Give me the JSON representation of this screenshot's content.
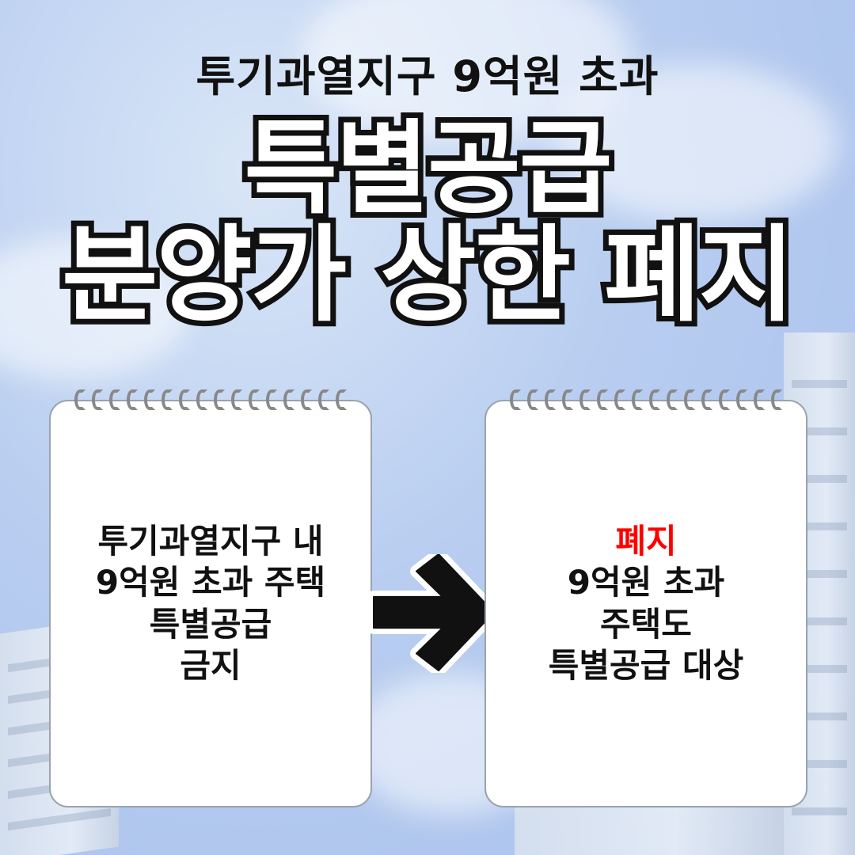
{
  "header": {
    "subtitle": "투기과열지구 9억원 초과",
    "title_line1": "특별공급",
    "title_line2": "분양가 상한 폐지"
  },
  "before_card": {
    "lines": [
      "투기과열지구 내",
      "9억원 초과 주택",
      "특별공급",
      "금지"
    ]
  },
  "after_card": {
    "highlight": "폐지",
    "lines": [
      "9억원 초과",
      "주택도",
      "특별공급 대상"
    ]
  },
  "colors": {
    "highlight": "#ff0000",
    "sky": "#b8cdf0",
    "outline": "#111111"
  },
  "icons": {
    "arrow": "arrow-right-icon"
  }
}
